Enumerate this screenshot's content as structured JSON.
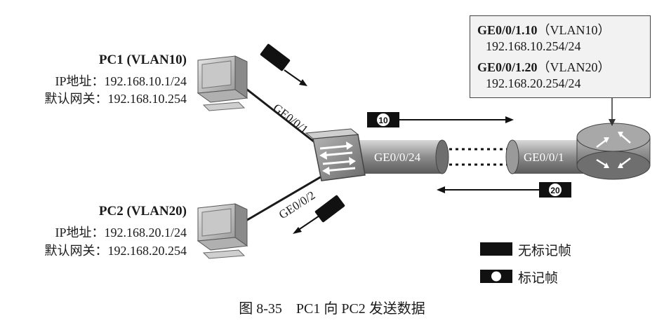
{
  "pc1": {
    "title": "PC1 (VLAN10)",
    "ip_line": "IP地址：192.168.10.1/24",
    "gw_line": "默认网关：192.168.10.254"
  },
  "pc2": {
    "title": "PC2 (VLAN20)",
    "ip_line": "IP地址：192.168.20.1/24",
    "gw_line": "默认网关：192.168.20.254"
  },
  "ports": {
    "switch_p1": "GE0/0/1",
    "switch_p2": "GE0/0/2",
    "switch_trunk": "GE0/0/24",
    "router_port": "GE0/0/1"
  },
  "router_info": {
    "sub1_name": "GE0/0/1.10",
    "sub1_vlan": "（VLAN10）",
    "sub1_ip": "192.168.10.254/24",
    "sub2_name": "GE0/0/1.20",
    "sub2_vlan": "（VLAN20）",
    "sub2_ip": "192.168.20.254/24"
  },
  "tags": {
    "outbound": "10",
    "inbound": "20"
  },
  "legend": {
    "untagged": "无标记帧",
    "tagged": "标记帧"
  },
  "caption": "图 8-35　PC1 向 PC2 发送数据",
  "colors": {
    "frame": "#111111",
    "link": "#1a1a1a",
    "cable_gray": "#8a8a8a",
    "device_gray": "#9a9a9a",
    "infobox_bg": "#f2f2f2"
  },
  "icons": [
    "computer-icon",
    "switch-icon",
    "router-icon",
    "arrow-icon"
  ]
}
